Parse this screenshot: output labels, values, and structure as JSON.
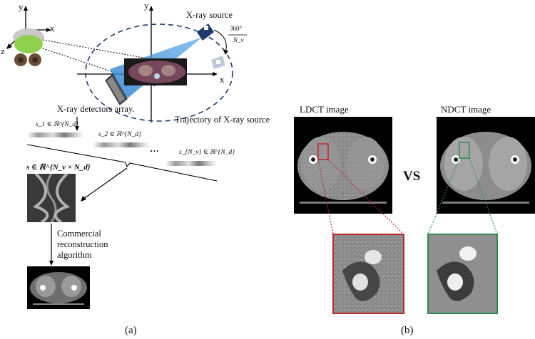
{
  "panel_a": {
    "axis_y": "y",
    "axis_x": "x",
    "axis_z": "z",
    "source_label": "X-ray source",
    "angle_num": "360°",
    "angle_den": "N_v",
    "detectors_label": "X-ray detectors array.",
    "trajectory_label": "Trajectory of X-ray source",
    "s1": "s_1 ∈ ℝ^{N_d}",
    "s2": "s_2 ∈ ℝ^{N_d}",
    "ellipsis": "···",
    "sN": "s_{N_v} ∈ ℝ^{N_d}",
    "sinogram_label": "s ∈ ℝ^{N_v × N_d}",
    "recon_line1": "Commercial",
    "recon_line2": "reconstruction",
    "recon_line3": "algorithm",
    "caption": "(a)"
  },
  "panel_b": {
    "ldct_title": "LDCT image",
    "ndct_title": "NDCT image",
    "vs_label": "VS",
    "caption": "(b)",
    "ldct_color": "#c0282b",
    "ndct_color": "#2e8b4e"
  }
}
